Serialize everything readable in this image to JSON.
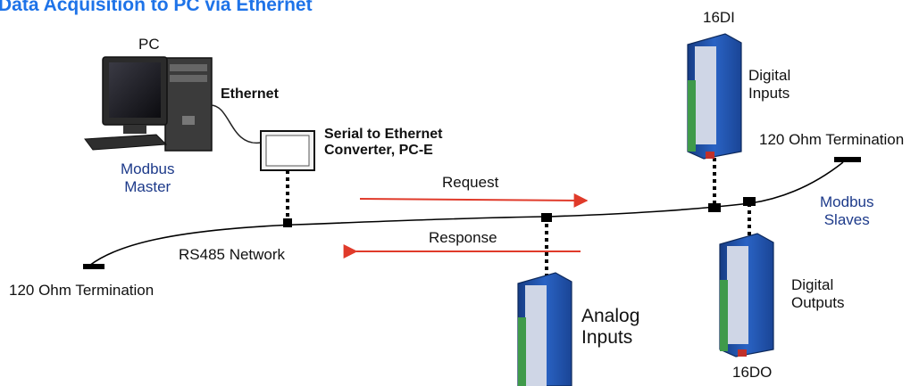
{
  "title": "Data Acquisition to PC via Ethernet",
  "labels": {
    "pc": "PC",
    "ethernet": "Ethernet",
    "modbus_master": "Modbus\nMaster",
    "converter": "Serial to Ethernet\nConverter, PC-E",
    "request": "Request",
    "response": "Response",
    "rs485": "RS485 Network",
    "termination_left": "120 Ohm Termination",
    "termination_right": "120 Ohm Termination",
    "module_16di": "16DI",
    "digital_inputs": "Digital\nInputs",
    "modbus_slaves": "Modbus\nSlaves",
    "analog_inputs": "Analog\nInputs",
    "digital_outputs": "Digital\nOutputs",
    "module_16do": "16DO"
  },
  "colors": {
    "title": "#1e73e8",
    "arrow": "#e03a2a",
    "module_blue": "#1f4fa8",
    "terminal_green": "#3f9a4a",
    "label_blue": "#1d3a8a",
    "cable": "#000000"
  }
}
